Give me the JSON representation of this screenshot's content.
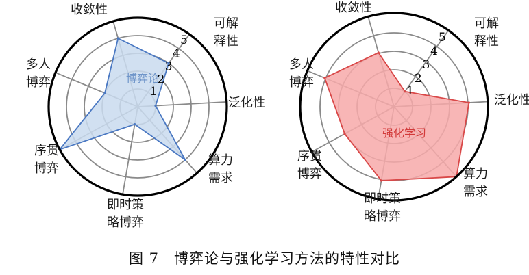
{
  "caption": "图 7　博弈论与强化学习方法的特性对比",
  "chart_data": [
    {
      "type": "radar",
      "series_label": "博弈论",
      "axes": [
        {
          "key": "convergence",
          "label": [
            "收敛性"
          ]
        },
        {
          "key": "interpretability",
          "label": [
            "可解",
            "释性"
          ]
        },
        {
          "key": "generalization",
          "label": [
            "泛化性"
          ]
        },
        {
          "key": "compute",
          "label": [
            "算力",
            "需求"
          ]
        },
        {
          "key": "realtime",
          "label": [
            "即时策",
            "略博弈"
          ]
        },
        {
          "key": "sequential",
          "label": [
            "序贯",
            "博弈"
          ]
        },
        {
          "key": "multiplayer",
          "label": [
            "多人",
            "博弈"
          ]
        }
      ],
      "values": [
        4,
        3,
        1,
        4,
        1,
        5,
        2
      ],
      "range": [
        0,
        5
      ],
      "ticks": [
        "1",
        "2",
        "3",
        "4",
        "5"
      ],
      "stroke": "#4a78c2",
      "fill": "#c9dbef",
      "label_color": "#6f95c9"
    },
    {
      "type": "radar",
      "series_label": "强化学习",
      "axes": [
        {
          "key": "convergence",
          "label": [
            "收敛性"
          ]
        },
        {
          "key": "interpretability",
          "label": [
            "可解",
            "释性"
          ]
        },
        {
          "key": "generalization",
          "label": [
            "泛化性"
          ]
        },
        {
          "key": "compute",
          "label": [
            "算力",
            "需求"
          ]
        },
        {
          "key": "realtime",
          "label": [
            "即时策",
            "略博弈"
          ]
        },
        {
          "key": "sequential",
          "label": [
            "序贯",
            "博弈"
          ]
        },
        {
          "key": "multiplayer",
          "label": [
            "多人",
            "博弈"
          ]
        }
      ],
      "values": [
        3,
        1,
        4,
        5,
        4,
        3,
        4
      ],
      "range": [
        0,
        5
      ],
      "ticks": [
        "1",
        "2",
        "3",
        "4",
        "5"
      ],
      "stroke": "#d94848",
      "fill": "#f7a9a9",
      "label_color": "#d23a3a"
    }
  ]
}
